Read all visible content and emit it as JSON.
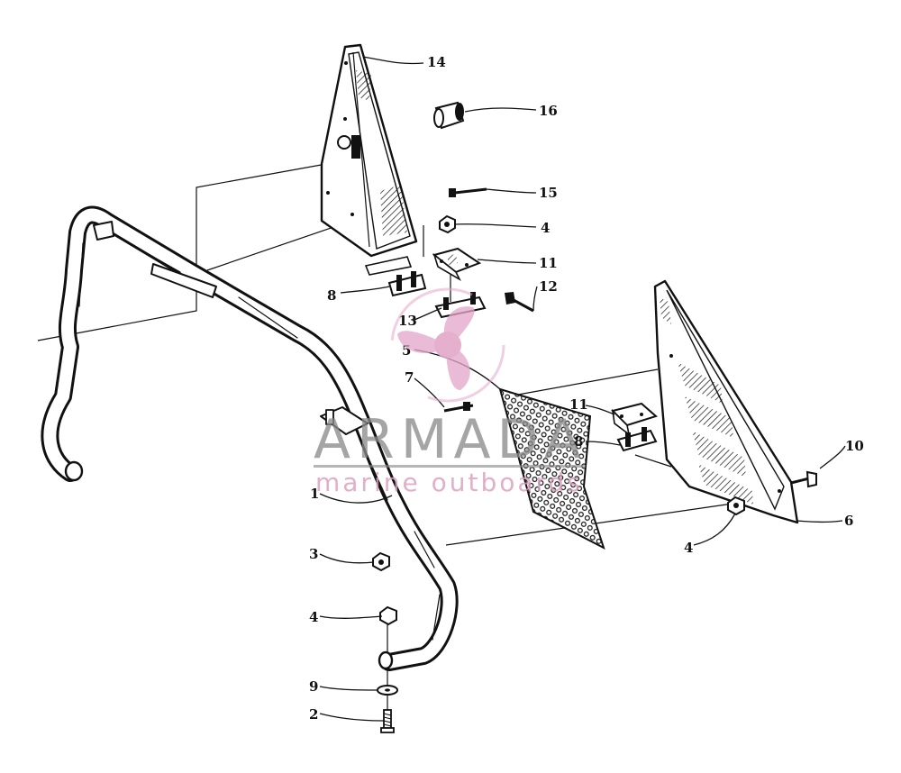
{
  "diagram": {
    "callouts": [
      {
        "id": "c14",
        "label": "14"
      },
      {
        "id": "c16",
        "label": "16"
      },
      {
        "id": "c15",
        "label": "15"
      },
      {
        "id": "c4a",
        "label": "4"
      },
      {
        "id": "c11a",
        "label": "11"
      },
      {
        "id": "c12",
        "label": "12"
      },
      {
        "id": "c8a",
        "label": "8"
      },
      {
        "id": "c13",
        "label": "13"
      },
      {
        "id": "c5",
        "label": "5"
      },
      {
        "id": "c7",
        "label": "7"
      },
      {
        "id": "c11b",
        "label": "11"
      },
      {
        "id": "c8b",
        "label": "8"
      },
      {
        "id": "c10",
        "label": "10"
      },
      {
        "id": "c1",
        "label": "1"
      },
      {
        "id": "c6",
        "label": "6"
      },
      {
        "id": "c4b",
        "label": "4"
      },
      {
        "id": "c3",
        "label": "3"
      },
      {
        "id": "c4c",
        "label": "4"
      },
      {
        "id": "c9",
        "label": "9"
      },
      {
        "id": "c2",
        "label": "2"
      }
    ]
  },
  "watermark": {
    "brand": "ARMADA",
    "tagline": "marine outboards",
    "logo_icon": "propeller-icon",
    "colors": {
      "propeller": "#e3a7c9",
      "brand_text": "#8a8a8a",
      "tagline_text": "#d99cbd"
    }
  },
  "line_color": "#111111"
}
